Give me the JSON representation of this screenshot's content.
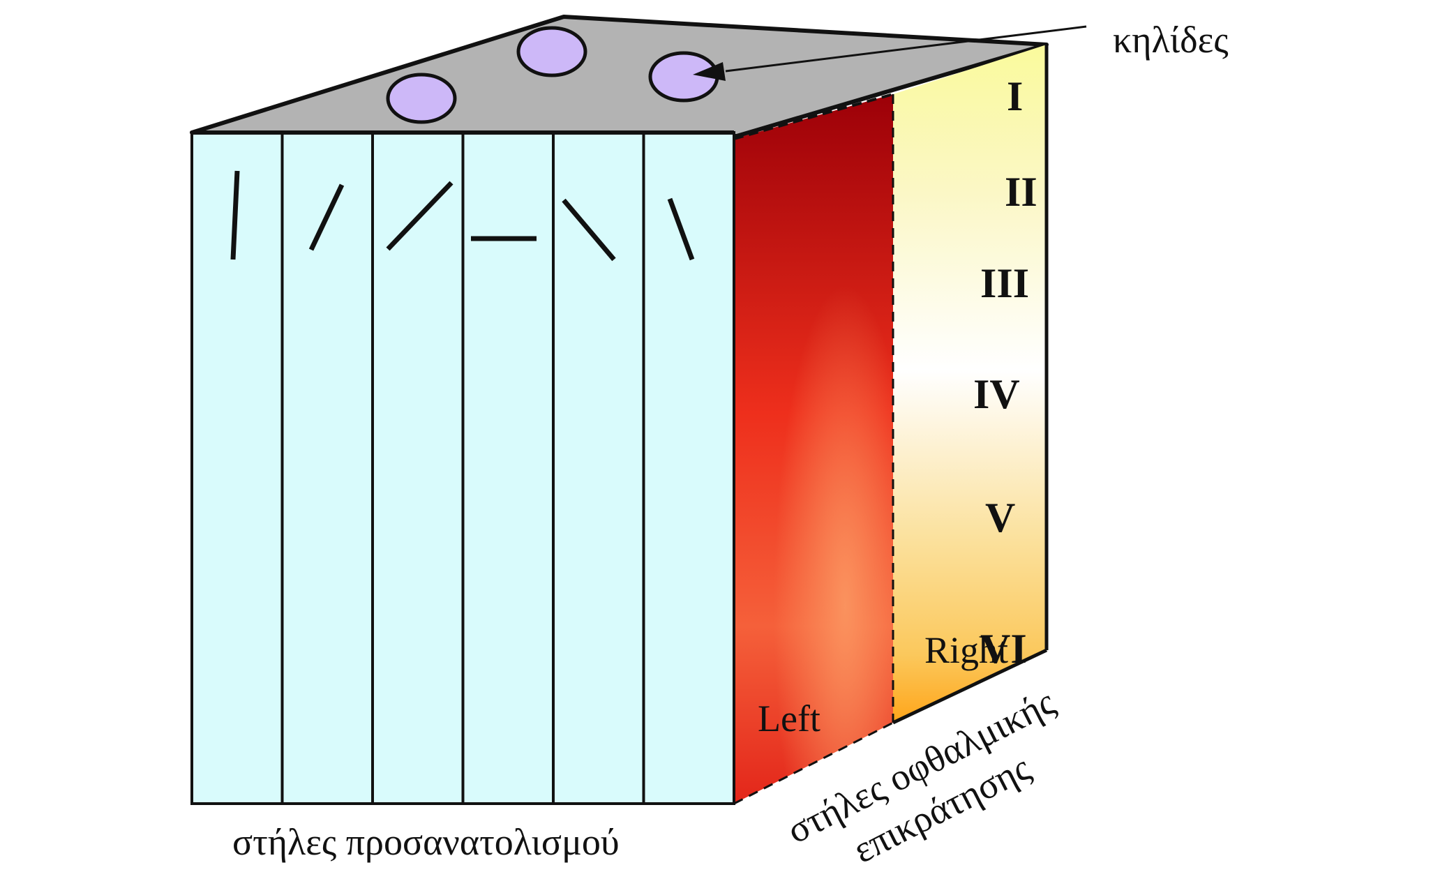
{
  "diagram": {
    "blobs_label": "κηλίδες",
    "orientation_label": "στήλες προσανατολισμού",
    "dominance_label_line1": "στήλες οφθαλμικής",
    "dominance_label_line2": "επικράτησης",
    "left_label": "Left",
    "right_label": "Right",
    "layers": [
      "I",
      "II",
      "III",
      "IV",
      "V",
      "VI"
    ],
    "orientation_column_count": 6,
    "blob_count": 3,
    "colors": {
      "orientation_face": "#d9fbfc",
      "top_face": "#b3b3b3",
      "blob_fill": "#cdb8f8",
      "left_eye_dark": "#9c0008",
      "left_eye_mid": "#ee2f1c",
      "left_eye_light": "#f98b5a",
      "right_eye_top": "#fafaa0",
      "right_eye_mid": "#ffffff",
      "right_eye_bottom": "#ffa71a",
      "right_edge": "#1a1a6e"
    }
  }
}
